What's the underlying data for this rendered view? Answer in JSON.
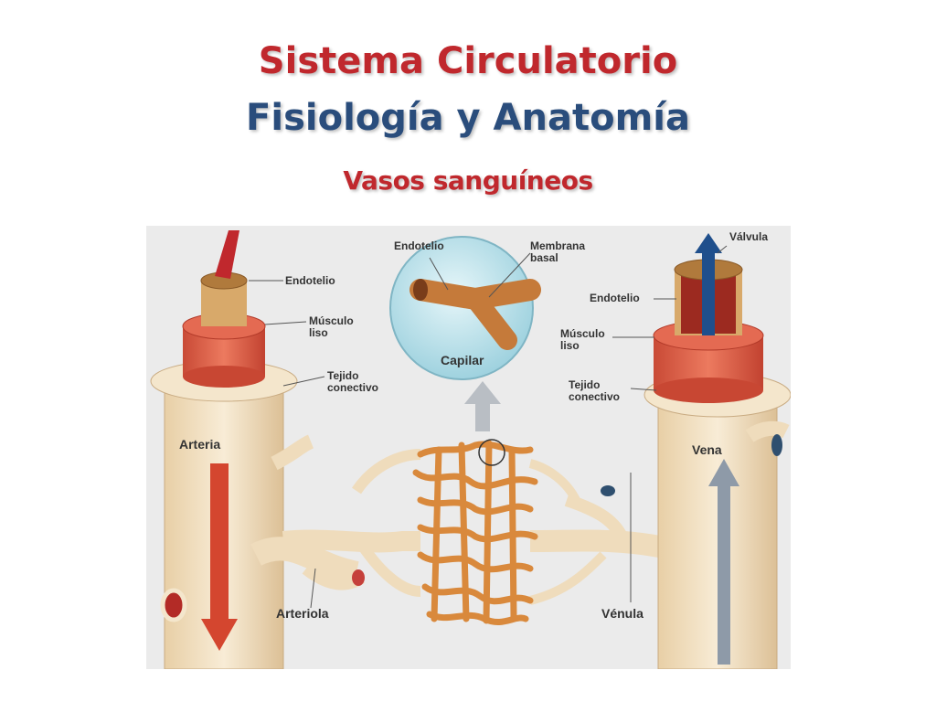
{
  "slide": {
    "title_line1": "Sistema Circulatorio",
    "title_line2": "Fisiología y Anatomía",
    "subtitle": "Vasos sanguíneos"
  },
  "figure": {
    "labels": {
      "endotelio_artery": "Endotelio",
      "musculo_artery": "Músculo\nliso",
      "tejido_artery": "Tejido\nconectivo",
      "arteria": "Arteria",
      "arteriola": "Arteriola",
      "endotelio_capilar": "Endotelio",
      "membrana_basal": "Membrana\nbasal",
      "capilar": "Capilar",
      "valvula": "Válvula",
      "endotelio_vein": "Endotelio",
      "musculo_vein": "Músculo\nliso",
      "tejido_vein": "Tejido\nconectivo",
      "vena": "Vena",
      "venula": "Vénula"
    },
    "colors": {
      "vessel_wall": "#f3e1c2",
      "muscle": "#e0614a",
      "artery_flow": "#d4462f",
      "vein_flow": "#1f4f8c",
      "capillary": "#d9893c",
      "lens_fill": "#bfe3ec"
    }
  }
}
